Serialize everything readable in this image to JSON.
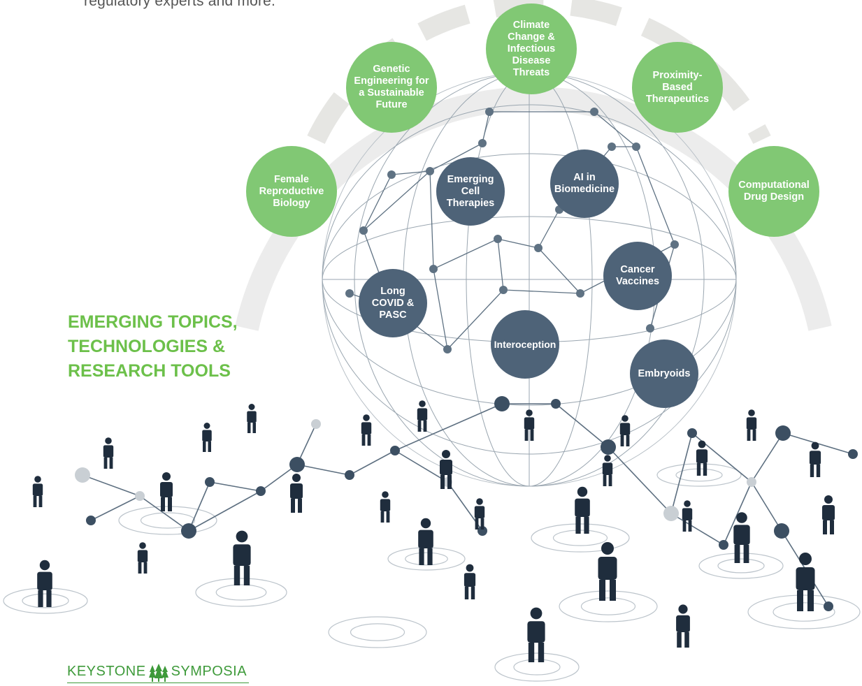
{
  "intro_text": "regulatory experts and more.",
  "heading": {
    "line1": "EMERGING TOPICS,",
    "line2": "TECHNOLOGIES &",
    "line3": "RESEARCH TOOLS"
  },
  "green_topics": [
    "Female Reproductive Biology",
    "Genetic Engineering for a Sustainable Future",
    "Climate Change & Infectious Disease Threats",
    "Proximity-Based Therapeutics",
    "Computational Drug Design"
  ],
  "blue_topics": [
    "Emerging Cell Therapies",
    "AI in Biomedicine",
    "Cancer Vaccines",
    "Long COVID & PASC",
    "Interoception",
    "Embryoids"
  ],
  "logo": {
    "left_word": "KEYSTONE",
    "right_word": "SYMPOSIA"
  },
  "colors": {
    "green_bubble": "#81c874",
    "blue_bubble": "#4e6378",
    "heading_green": "#6cc04a",
    "logo_green": "#3e9a3a",
    "people": "#1f2d3d"
  }
}
